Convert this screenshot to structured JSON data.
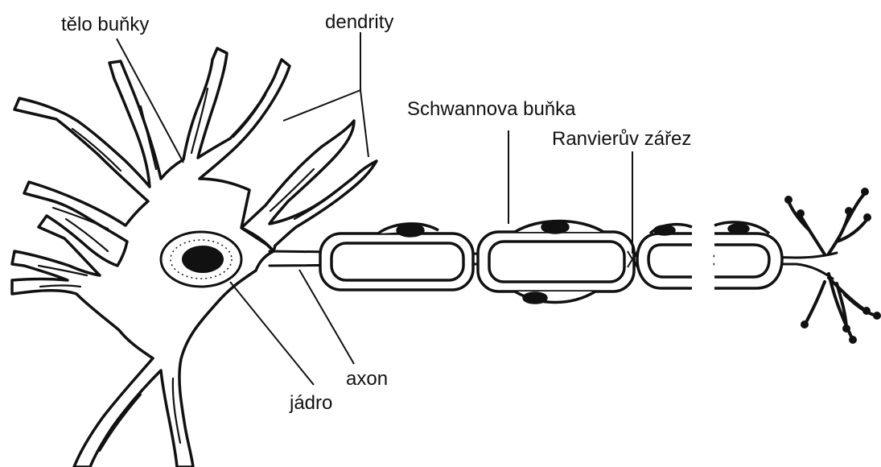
{
  "labels": {
    "cell_body": "tělo buňky",
    "dendrites": "dendrity",
    "schwann_cell": "Schwannova buňka",
    "node_of_ranvier": "Ranvierův zářez",
    "axon": "axon",
    "nucleus": "jádro"
  },
  "colors": {
    "ink": "#111111",
    "fill": "#ffffff"
  }
}
